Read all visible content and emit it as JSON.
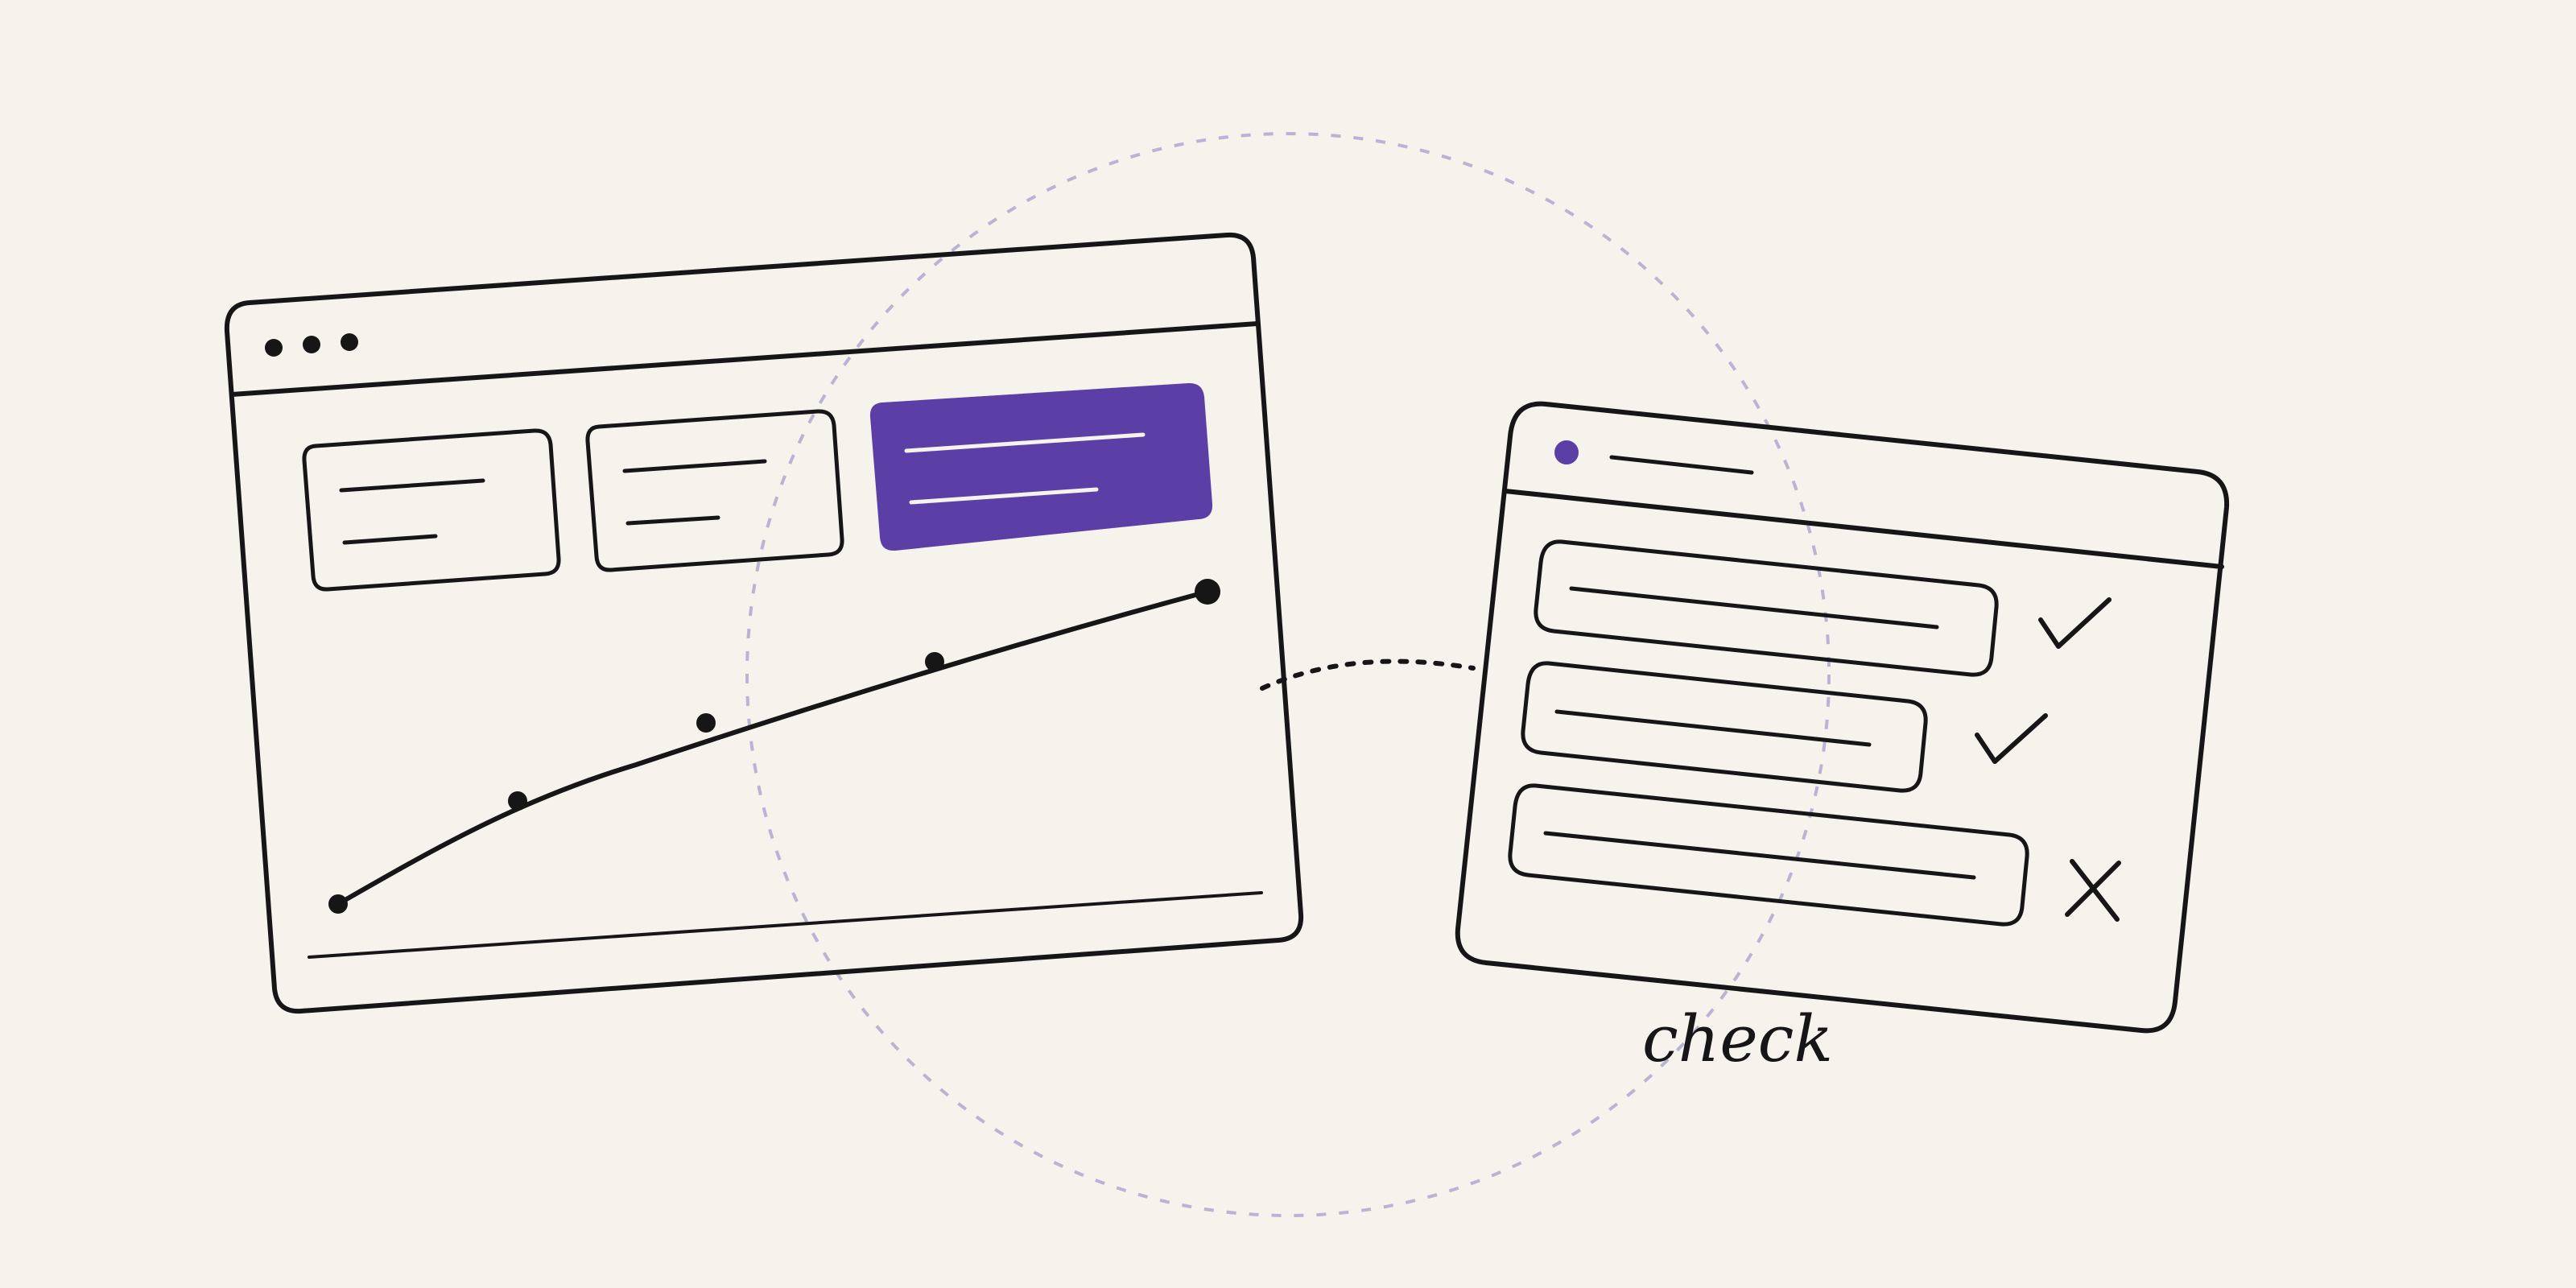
{
  "caption": "check",
  "colors": {
    "background": "#f6f2ec",
    "ink": "#161616",
    "accent": "#5b3fa6",
    "ring": "#b9b3d6"
  },
  "dashboard": {
    "title_dots": 3,
    "cards": [
      {
        "highlighted": false,
        "lines": 2
      },
      {
        "highlighted": false,
        "lines": 2
      },
      {
        "highlighted": true,
        "lines": 2
      }
    ],
    "trend": {
      "direction": "up",
      "points": 5
    }
  },
  "checklist": {
    "header_dot": "accent",
    "rows": [
      {
        "status": "pass",
        "mark_icon": "check-icon"
      },
      {
        "status": "pass",
        "mark_icon": "check-icon"
      },
      {
        "status": "fail",
        "mark_icon": "cross-icon"
      }
    ]
  }
}
